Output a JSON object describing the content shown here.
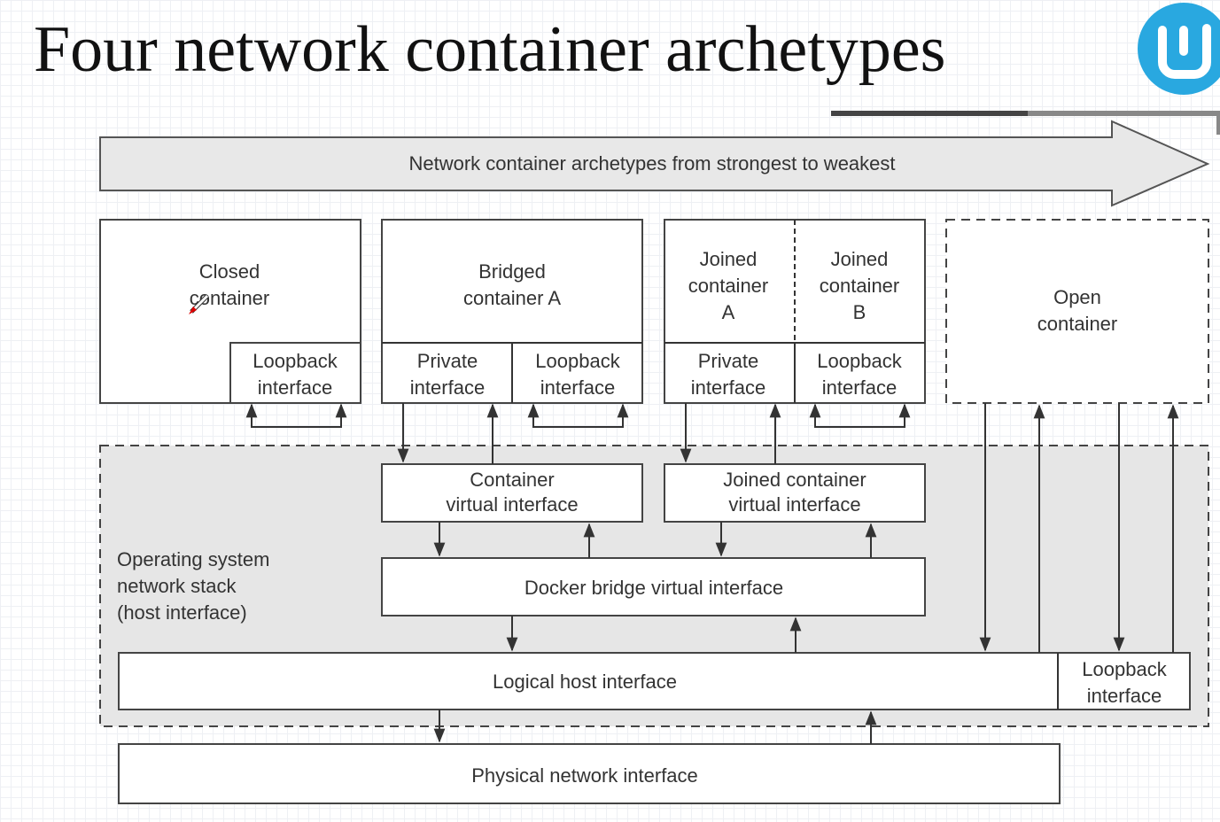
{
  "title": "Four network container archetypes",
  "logo_color": "#29a8e0",
  "banner": "Network container archetypes from strongest to weakest",
  "closed": {
    "name": [
      "Closed",
      "container"
    ],
    "loopback": [
      "Loopback",
      "interface"
    ]
  },
  "bridged": {
    "name": [
      "Bridged",
      "container A"
    ],
    "private": [
      "Private",
      "interface"
    ],
    "loopback": [
      "Loopback",
      "interface"
    ]
  },
  "joined": {
    "a": [
      "Joined",
      "container",
      "A"
    ],
    "b": [
      "Joined",
      "container",
      "B"
    ],
    "private": [
      "Private",
      "interface"
    ],
    "loopback": [
      "Loopback",
      "interface"
    ]
  },
  "open": {
    "name": [
      "Open",
      "container"
    ]
  },
  "os_stack": [
    "Operating system",
    "network stack",
    "(host interface)"
  ],
  "container_virtual": [
    "Container",
    "virtual interface"
  ],
  "joined_virtual": [
    "Joined container",
    "virtual interface"
  ],
  "docker_bridge": "Docker bridge virtual interface",
  "logical_host": "Logical host interface",
  "host_loopback": [
    "Loopback",
    "interface"
  ],
  "physical": "Physical network interface"
}
